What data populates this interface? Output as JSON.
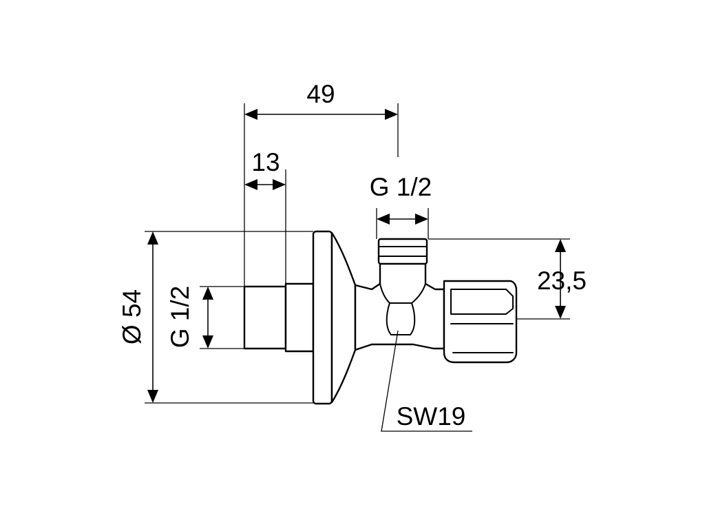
{
  "dimensions": {
    "overall_length": "49",
    "thread_length": "13",
    "outlet_thread": "G 1/2",
    "inlet_thread": "G 1/2",
    "rosette_diameter": "Ø 54",
    "outlet_height": "23,5",
    "wrench_size": "SW19"
  }
}
